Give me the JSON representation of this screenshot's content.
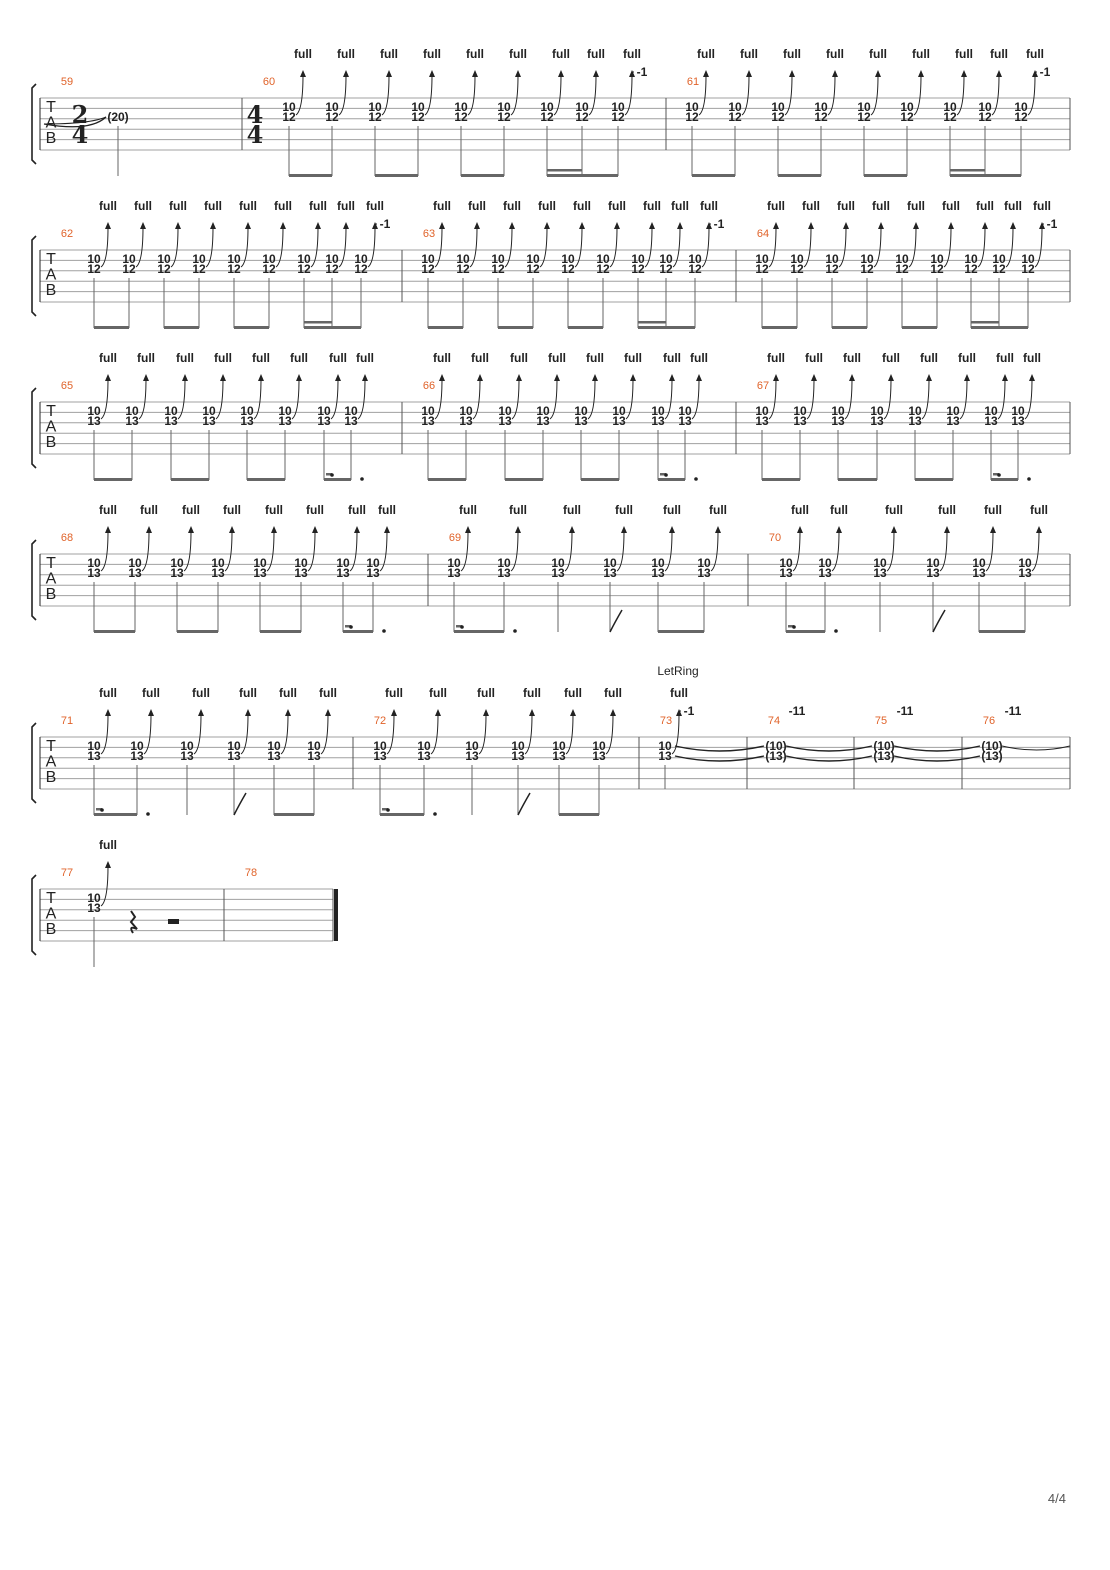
{
  "tab_clef": [
    "T",
    "A",
    "B"
  ],
  "time_signatures": [
    {
      "measure": 59,
      "num": "2",
      "den": "4"
    },
    {
      "measure": 60,
      "num": "4",
      "den": "4"
    }
  ],
  "bend_label": "full",
  "release_label": "-1",
  "tie_release_label": "-11",
  "let_ring_label": "LetRing",
  "page_number": "4/4",
  "colors": {
    "measure_number": "#e0632a",
    "staff_line": "#a0a0a0",
    "ink": "#222222",
    "bar": "#555555"
  },
  "systems": [
    {
      "measures": [
        {
          "number": "59",
          "notes": [
            {
              "top": "",
              "bottom": "(20)",
              "tied_from": true
            }
          ],
          "beams": []
        },
        {
          "number": "60",
          "notes": [
            {
              "top": "10",
              "bottom": "12",
              "bend": "full"
            },
            {
              "top": "10",
              "bottom": "12",
              "bend": "full"
            },
            {
              "top": "10",
              "bottom": "12",
              "bend": "full"
            },
            {
              "top": "10",
              "bottom": "12",
              "bend": "full"
            },
            {
              "top": "10",
              "bottom": "12",
              "bend": "full"
            },
            {
              "top": "10",
              "bottom": "12",
              "bend": "full"
            },
            {
              "top": "10",
              "bottom": "12",
              "bend": "full"
            },
            {
              "top": "10",
              "bottom": "12",
              "bend": "full"
            },
            {
              "top": "10",
              "bottom": "12",
              "bend": "full",
              "release": "-1"
            }
          ]
        },
        {
          "number": "61",
          "notes": [
            {
              "top": "10",
              "bottom": "12",
              "bend": "full"
            },
            {
              "top": "10",
              "bottom": "12",
              "bend": "full"
            },
            {
              "top": "10",
              "bottom": "12",
              "bend": "full"
            },
            {
              "top": "10",
              "bottom": "12",
              "bend": "full"
            },
            {
              "top": "10",
              "bottom": "12",
              "bend": "full"
            },
            {
              "top": "10",
              "bottom": "12",
              "bend": "full"
            },
            {
              "top": "10",
              "bottom": "12",
              "bend": "full"
            },
            {
              "top": "10",
              "bottom": "12",
              "bend": "full"
            },
            {
              "top": "10",
              "bottom": "12",
              "bend": "full",
              "release": "-1"
            }
          ]
        }
      ]
    },
    {
      "measures": [
        {
          "number": "62",
          "notes": [
            {
              "top": "10",
              "bottom": "12",
              "bend": "full"
            },
            {
              "top": "10",
              "bottom": "12",
              "bend": "full"
            },
            {
              "top": "10",
              "bottom": "12",
              "bend": "full"
            },
            {
              "top": "10",
              "bottom": "12",
              "bend": "full"
            },
            {
              "top": "10",
              "bottom": "12",
              "bend": "full"
            },
            {
              "top": "10",
              "bottom": "12",
              "bend": "full"
            },
            {
              "top": "10",
              "bottom": "12",
              "bend": "full"
            },
            {
              "top": "10",
              "bottom": "12",
              "bend": "full"
            },
            {
              "top": "10",
              "bottom": "12",
              "bend": "full",
              "release": "-1"
            }
          ]
        },
        {
          "number": "63",
          "notes": [
            {
              "top": "10",
              "bottom": "12",
              "bend": "full"
            },
            {
              "top": "10",
              "bottom": "12",
              "bend": "full"
            },
            {
              "top": "10",
              "bottom": "12",
              "bend": "full"
            },
            {
              "top": "10",
              "bottom": "12",
              "bend": "full"
            },
            {
              "top": "10",
              "bottom": "12",
              "bend": "full"
            },
            {
              "top": "10",
              "bottom": "12",
              "bend": "full"
            },
            {
              "top": "10",
              "bottom": "12",
              "bend": "full"
            },
            {
              "top": "10",
              "bottom": "12",
              "bend": "full"
            },
            {
              "top": "10",
              "bottom": "12",
              "bend": "full",
              "release": "-1"
            }
          ]
        },
        {
          "number": "64",
          "notes": [
            {
              "top": "10",
              "bottom": "12",
              "bend": "full"
            },
            {
              "top": "10",
              "bottom": "12",
              "bend": "full"
            },
            {
              "top": "10",
              "bottom": "12",
              "bend": "full"
            },
            {
              "top": "10",
              "bottom": "12",
              "bend": "full"
            },
            {
              "top": "10",
              "bottom": "12",
              "bend": "full"
            },
            {
              "top": "10",
              "bottom": "12",
              "bend": "full"
            },
            {
              "top": "10",
              "bottom": "12",
              "bend": "full"
            },
            {
              "top": "10",
              "bottom": "12",
              "bend": "full"
            },
            {
              "top": "10",
              "bottom": "12",
              "bend": "full",
              "release": "-1"
            }
          ]
        }
      ]
    },
    {
      "measures": [
        {
          "number": "65",
          "notes": [
            {
              "top": "10",
              "bottom": "13",
              "bend": "full"
            },
            {
              "top": "10",
              "bottom": "13",
              "bend": "full"
            },
            {
              "top": "10",
              "bottom": "13",
              "bend": "full"
            },
            {
              "top": "10",
              "bottom": "13",
              "bend": "full"
            },
            {
              "top": "10",
              "bottom": "13",
              "bend": "full"
            },
            {
              "top": "10",
              "bottom": "13",
              "bend": "full"
            },
            {
              "top": "10",
              "bottom": "13",
              "bend": "full"
            },
            {
              "top": "10",
              "bottom": "13",
              "bend": "full"
            }
          ]
        },
        {
          "number": "66",
          "notes": [
            {
              "top": "10",
              "bottom": "13",
              "bend": "full"
            },
            {
              "top": "10",
              "bottom": "13",
              "bend": "full"
            },
            {
              "top": "10",
              "bottom": "13",
              "bend": "full"
            },
            {
              "top": "10",
              "bottom": "13",
              "bend": "full"
            },
            {
              "top": "10",
              "bottom": "13",
              "bend": "full"
            },
            {
              "top": "10",
              "bottom": "13",
              "bend": "full"
            },
            {
              "top": "10",
              "bottom": "13",
              "bend": "full"
            },
            {
              "top": "10",
              "bottom": "13",
              "bend": "full"
            }
          ]
        },
        {
          "number": "67",
          "notes": [
            {
              "top": "10",
              "bottom": "13",
              "bend": "full"
            },
            {
              "top": "10",
              "bottom": "13",
              "bend": "full"
            },
            {
              "top": "10",
              "bottom": "13",
              "bend": "full"
            },
            {
              "top": "10",
              "bottom": "13",
              "bend": "full"
            },
            {
              "top": "10",
              "bottom": "13",
              "bend": "full"
            },
            {
              "top": "10",
              "bottom": "13",
              "bend": "full"
            },
            {
              "top": "10",
              "bottom": "13",
              "bend": "full"
            },
            {
              "top": "10",
              "bottom": "13",
              "bend": "full"
            }
          ]
        }
      ]
    },
    {
      "measures": [
        {
          "number": "68",
          "notes": [
            {
              "top": "10",
              "bottom": "13",
              "bend": "full"
            },
            {
              "top": "10",
              "bottom": "13",
              "bend": "full"
            },
            {
              "top": "10",
              "bottom": "13",
              "bend": "full"
            },
            {
              "top": "10",
              "bottom": "13",
              "bend": "full"
            },
            {
              "top": "10",
              "bottom": "13",
              "bend": "full"
            },
            {
              "top": "10",
              "bottom": "13",
              "bend": "full"
            },
            {
              "top": "10",
              "bottom": "13",
              "bend": "full"
            },
            {
              "top": "10",
              "bottom": "13",
              "bend": "full"
            }
          ]
        },
        {
          "number": "69",
          "notes": [
            {
              "top": "10",
              "bottom": "13",
              "bend": "full"
            },
            {
              "top": "10",
              "bottom": "13",
              "bend": "full"
            },
            {
              "top": "10",
              "bottom": "13",
              "bend": "full"
            },
            {
              "top": "10",
              "bottom": "13",
              "bend": "full"
            },
            {
              "top": "10",
              "bottom": "13",
              "bend": "full"
            },
            {
              "top": "10",
              "bottom": "13",
              "bend": "full"
            }
          ]
        },
        {
          "number": "70",
          "notes": [
            {
              "top": "10",
              "bottom": "13",
              "bend": "full"
            },
            {
              "top": "10",
              "bottom": "13",
              "bend": "full"
            },
            {
              "top": "10",
              "bottom": "13",
              "bend": "full"
            },
            {
              "top": "10",
              "bottom": "13",
              "bend": "full"
            },
            {
              "top": "10",
              "bottom": "13",
              "bend": "full"
            },
            {
              "top": "10",
              "bottom": "13",
              "bend": "full"
            }
          ]
        }
      ]
    },
    {
      "measures": [
        {
          "number": "71",
          "notes": [
            {
              "top": "10",
              "bottom": "13",
              "bend": "full"
            },
            {
              "top": "10",
              "bottom": "13",
              "bend": "full"
            },
            {
              "top": "10",
              "bottom": "13",
              "bend": "full"
            },
            {
              "top": "10",
              "bottom": "13",
              "bend": "full"
            },
            {
              "top": "10",
              "bottom": "13",
              "bend": "full"
            },
            {
              "top": "10",
              "bottom": "13",
              "bend": "full"
            }
          ]
        },
        {
          "number": "72",
          "notes": [
            {
              "top": "10",
              "bottom": "13",
              "bend": "full"
            },
            {
              "top": "10",
              "bottom": "13",
              "bend": "full"
            },
            {
              "top": "10",
              "bottom": "13",
              "bend": "full"
            },
            {
              "top": "10",
              "bottom": "13",
              "bend": "full"
            },
            {
              "top": "10",
              "bottom": "13",
              "bend": "full"
            },
            {
              "top": "10",
              "bottom": "13",
              "bend": "full"
            }
          ]
        },
        {
          "number": "73",
          "notes": [
            {
              "top": "10",
              "bottom": "13",
              "bend": "full",
              "release": "-1"
            }
          ]
        },
        {
          "number": "74",
          "notes": [
            {
              "top": "(10)",
              "bottom": "(13)",
              "release": "-11"
            }
          ]
        },
        {
          "number": "75",
          "notes": [
            {
              "top": "(10)",
              "bottom": "(13)",
              "release": "-11"
            }
          ]
        },
        {
          "number": "76",
          "notes": [
            {
              "top": "(10)",
              "bottom": "(13)",
              "release": "-11"
            }
          ]
        }
      ]
    },
    {
      "measures": [
        {
          "number": "77",
          "notes": [
            {
              "top": "10",
              "bottom": "13",
              "bend": "full"
            }
          ]
        },
        {
          "number": "78",
          "notes": []
        }
      ]
    }
  ]
}
